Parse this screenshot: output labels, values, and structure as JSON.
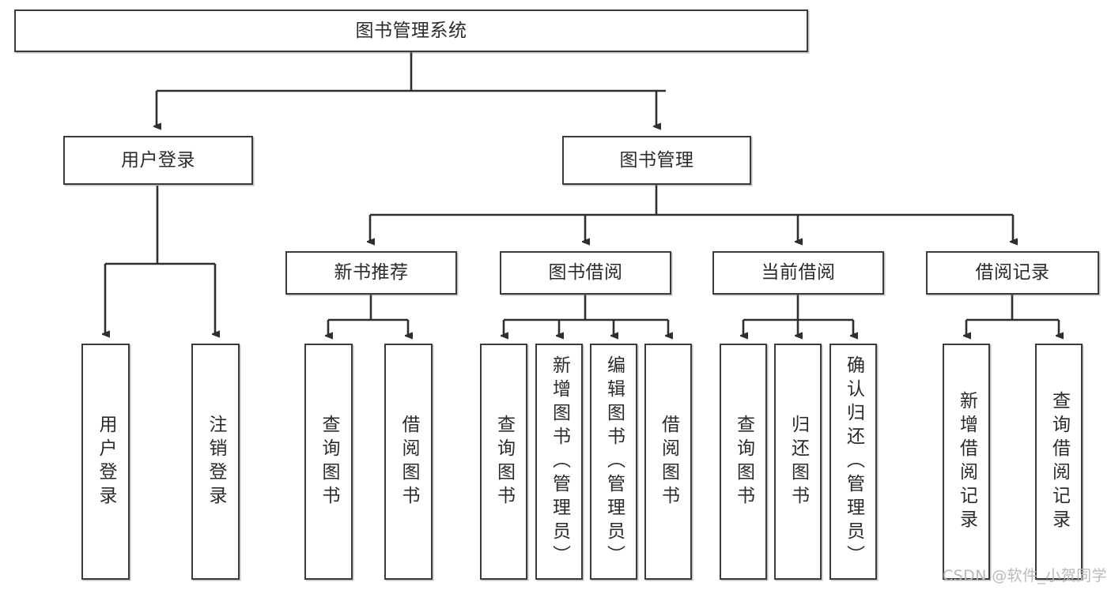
{
  "diagram": {
    "title": "图书管理系统",
    "type": "tree-hierarchy",
    "root": {
      "label": "图书管理系统"
    },
    "level2": [
      {
        "label": "用户登录"
      },
      {
        "label": "图书管理"
      }
    ],
    "level3": [
      {
        "label": "新书推荐"
      },
      {
        "label": "图书借阅"
      },
      {
        "label": "当前借阅"
      },
      {
        "label": "借阅记录"
      }
    ],
    "leaves": {
      "user_login": [
        {
          "label": "用户登录"
        },
        {
          "label": "注销登录"
        }
      ],
      "new_book_recommend": [
        {
          "label": "查询图书"
        },
        {
          "label": "借阅图书"
        }
      ],
      "book_borrow": [
        {
          "label": "查询图书"
        },
        {
          "label": "新增图书（管理员）"
        },
        {
          "label": "编辑图书（管理员）"
        },
        {
          "label": "借阅图书"
        }
      ],
      "current_borrow": [
        {
          "label": "查询图书"
        },
        {
          "label": "归还图书"
        },
        {
          "label": "确认归还（管理员）"
        }
      ],
      "borrow_record": [
        {
          "label": "新增借阅记录"
        },
        {
          "label": "查询借阅记录"
        }
      ]
    }
  },
  "watermark": {
    "text": "CSDN @软件_小贺同学"
  },
  "colors": {
    "box_border": "#3b3b3b",
    "box_fill": "#ffffff",
    "text": "#2b2b2b",
    "edge": "#2f2f2f",
    "watermark": "#b9b9b9",
    "background": "#ffffff"
  }
}
